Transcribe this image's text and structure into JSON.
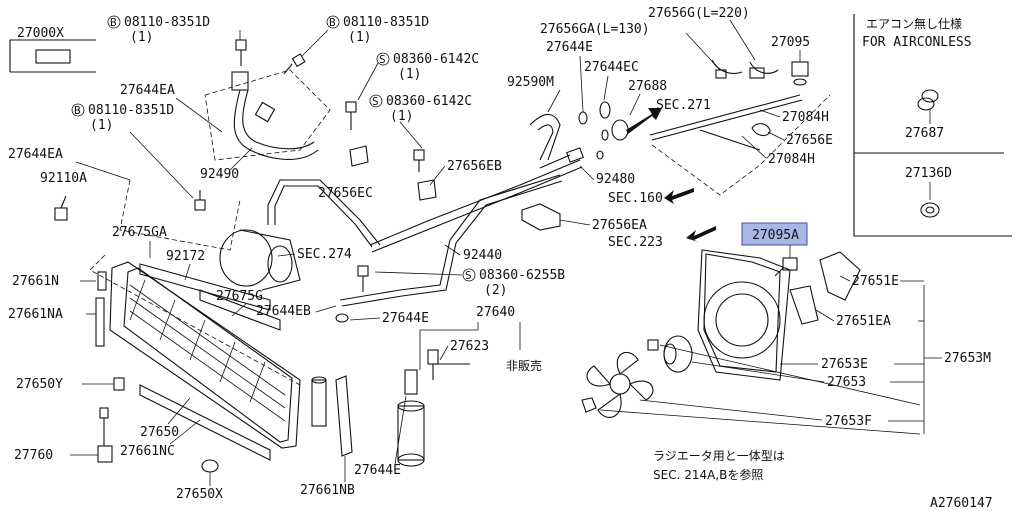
{
  "diagram": {
    "labels": {
      "kit": "27000X",
      "bolt_b1": "08110-8351D",
      "bolt_b1_qty": "(1)",
      "bolt_b2": "08110-8351D",
      "bolt_b2_qty": "(1)",
      "bolt_b3": "08110-8351D",
      "bolt_b3_qty": "(1)",
      "screw_s1": "08360-6142C",
      "screw_s1_qty": "(1)",
      "screw_s2": "08360-6142C",
      "screw_s2_qty": "(1)",
      "screw_s3": "08360-6255B",
      "screw_s3_qty": "(2)",
      "p27644EA_top": "27644EA",
      "p27644EA_left": "27644EA",
      "p92110A": "92110A",
      "p92490": "92490",
      "p27656EC": "27656EC",
      "p27656EB": "27656EB",
      "p27656GA": "27656GA(L=130)",
      "p27656G": "27656G(L=220)",
      "p27095": "27095",
      "p27644E_top": "27644E",
      "p27644EC": "27644EC",
      "p92590M": "92590M",
      "p27688": "27688",
      "sec271": "SEC.271",
      "p27084H_a": "27084H",
      "p27656E": "27656E",
      "p27084H_b": "27084H",
      "p92480": "92480",
      "sec160": "SEC.160",
      "p27656EA": "27656EA",
      "sec223": "SEC.223",
      "p27095A": "27095A",
      "p27675GA": "27675GA",
      "p92172": "92172",
      "sec274": "SEC.274",
      "p92440": "92440",
      "p27661N": "27661N",
      "p27661NA": "27661NA",
      "p27675G": "27675G",
      "p27644EB": "27644EB",
      "p27644E_mid": "27644E",
      "p27640": "27640",
      "p27623": "27623",
      "not_sold": "非販売",
      "p27650Y": "27650Y",
      "p27650": "27650",
      "p27661NC": "27661NC",
      "p27760": "27760",
      "p27650X": "27650X",
      "p27644E_bot": "27644E",
      "p27661NB": "27661NB",
      "p27651E": "27651E",
      "p27651EA": "27651EA",
      "p27653E": "27653E",
      "p27653M": "27653M",
      "p27653": "27653",
      "p27653F": "27653F",
      "note_line1": "ラジエータ用と一体型は",
      "note_line2": "SEC. 214A,Bを参照",
      "diagram_id": "A2760147",
      "inset_title1": "エアコン無し仕様",
      "inset_title2": "FOR AIRCONLESS",
      "inset_p27687": "27687",
      "inset_p27136D": "27136D",
      "b_marker": "B",
      "s_marker": "S"
    },
    "highlight_color": "#a9b7e6"
  }
}
